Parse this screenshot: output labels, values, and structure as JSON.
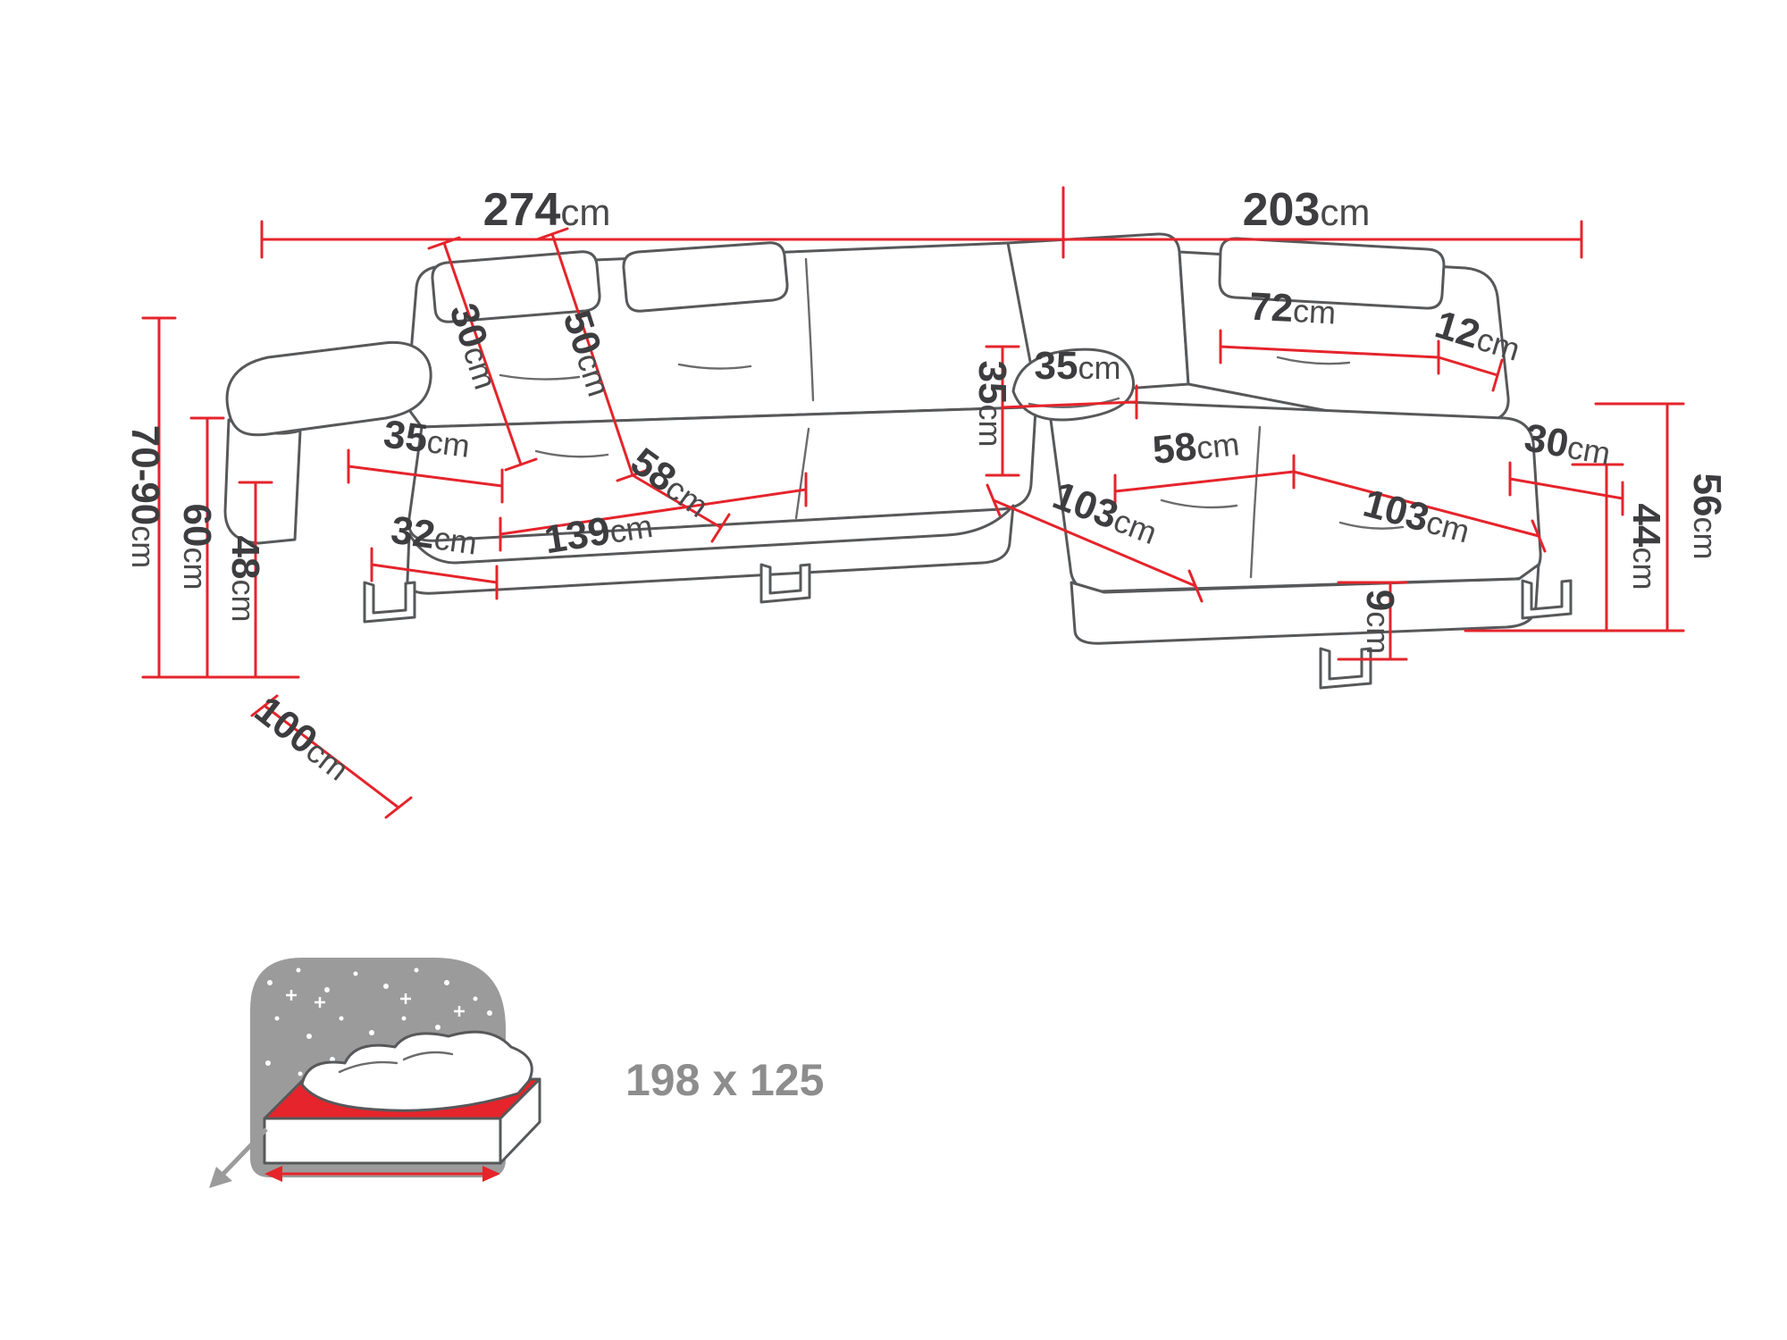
{
  "diagram": {
    "subject": "corner-sofa-dimension-drawing",
    "sleeping_icon": "fold-out-bed-icon"
  },
  "colors": {
    "dimension_line": "#e5242b",
    "sofa_outline": "#57585a",
    "label_text": "#3d3d3f",
    "icon_gray": "#9b9b9b",
    "bed_label_gray": "#8d8d8d"
  },
  "dims": {
    "w_left": {
      "v": "274",
      "u": "cm"
    },
    "w_right": {
      "v": "203",
      "u": "cm"
    },
    "h_total": {
      "v": "70-90",
      "u": "cm"
    },
    "h_arm": {
      "v": "60",
      "u": "cm"
    },
    "h_seat": {
      "v": "48",
      "u": "cm"
    },
    "depth": {
      "v": "100",
      "u": "cm"
    },
    "headrest_h": {
      "v": "30",
      "u": "cm"
    },
    "backrest_h": {
      "v": "50",
      "u": "cm"
    },
    "arm_top": {
      "v": "35",
      "u": "cm"
    },
    "seat_depth": {
      "v": "58",
      "u": "cm"
    },
    "arm_w": {
      "v": "32",
      "u": "cm"
    },
    "seat_w": {
      "v": "139",
      "u": "cm"
    },
    "pillow_w": {
      "v": "35",
      "u": "cm"
    },
    "pillow_h": {
      "v": "35",
      "u": "cm"
    },
    "hr_right_w": {
      "v": "72",
      "u": "cm"
    },
    "hr_right_d": {
      "v": "12",
      "u": "cm"
    },
    "back_right_h": {
      "v": "30",
      "u": "cm"
    },
    "chaise_seat_d": {
      "v": "58",
      "u": "cm"
    },
    "chaise_len_left": {
      "v": "103",
      "u": "cm"
    },
    "chaise_len_right": {
      "v": "103",
      "u": "cm"
    },
    "h_right": {
      "v": "56",
      "u": "cm"
    },
    "h_right_seat": {
      "v": "44",
      "u": "cm"
    },
    "leg_h": {
      "v": "9",
      "u": "cm"
    },
    "sleeping": {
      "v": "198 x 125",
      "u": ""
    }
  }
}
